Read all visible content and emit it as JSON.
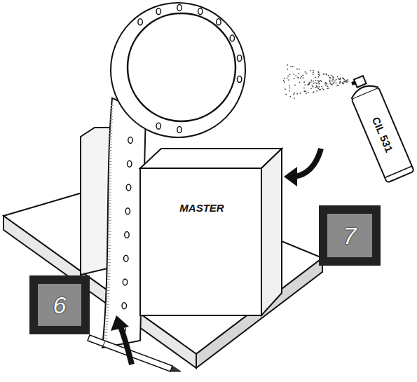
{
  "diagram": {
    "labels": [
      "MASTER",
      "CIL 531",
      "7",
      "6"
    ]
  }
}
